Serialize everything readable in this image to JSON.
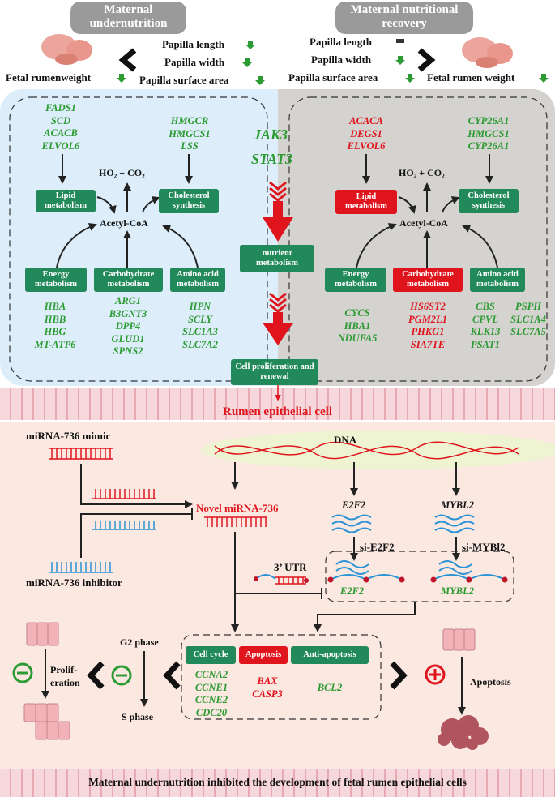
{
  "top_left": {
    "title": "Maternal undernutrition",
    "items": [
      "Papilla length",
      "Papilla width",
      "Papilla surface area"
    ],
    "fetal": "Fetal rumenweight"
  },
  "top_right": {
    "title": "Maternal nutritional recovery",
    "items": [
      "Papilla length",
      "Papilla width",
      "Papilla surface area"
    ],
    "fetal": "Fetal rumen weight"
  },
  "center": {
    "signaling": [
      "JAK3",
      "STAT3"
    ],
    "nutrient": "nutrient metabolism",
    "cell_prolif": "Cell proliferation and renewal"
  },
  "left_panel": {
    "lipid_genes": [
      "FADS1",
      "SCD",
      "ACACB",
      "ELVOL6"
    ],
    "chol_genes": [
      "HMGCR",
      "HMGCS1",
      "LSS"
    ],
    "products": "HO₂ + CO₂",
    "acetyl": "Acetyl-CoA",
    "lipid": "Lipid metabolism",
    "chol": "Cholesterol synthesis",
    "energy": "Energy metabolism",
    "carb": "Carbohydrate metabolism",
    "amino": "Amino acid metabolism",
    "energy_genes": [
      "HBA",
      "HBB",
      "HBG",
      "MT-ATP6"
    ],
    "carb_genes": [
      "ARG1",
      "B3GNT3",
      "DPP4",
      "GLUD1",
      "SPNS2"
    ],
    "amino_genes": [
      "HPN",
      "SCLY",
      "SLC1A3",
      "SLC7A2"
    ]
  },
  "right_panel": {
    "lipid_genes": [
      "ACACA",
      "DEGS1",
      "ELVOL6"
    ],
    "chol_genes": [
      "CYP26A1",
      "HMGCS1",
      "CYP26A1"
    ],
    "products": "HO₂ + CO₂",
    "acetyl": "Acetyl-CoA",
    "lipid": "Lipid metabolism",
    "chol": "Cholesterol synthesis",
    "energy": "Energy metabolism",
    "carb": "Carbohydrate metabolism",
    "amino": "Amino acid metabolism",
    "energy_genes": [
      "CYCS",
      "HBA1",
      "NDUFA5"
    ],
    "carb_genes": [
      "HS6ST2",
      "PGM2L1",
      "PHKG1",
      "SIA7TE"
    ],
    "amino_genes_a": [
      "CBS",
      "CPVL",
      "KLK13",
      "PSAT1"
    ],
    "amino_genes_b": [
      "PSPH",
      "SLC1A4",
      "SLC7A5"
    ]
  },
  "bottom": {
    "cell_title": "Rumen epithelial cell",
    "mimic": "miRNA-736 mimic",
    "inhibitor": "miRNA-736 inhibitor",
    "dna": "DNA",
    "novel": "Novel miRNA-736",
    "e2f2": "E2F2",
    "mybl2": "MYBL2",
    "si_e2f2": "si-E2F2",
    "si_mybl2": "si-MYBl2",
    "utr": "3’ UTR",
    "g2": "G2 phase",
    "s": "S phase",
    "prolif": "Prolif-eration",
    "apoptosis_label": "Apoptosis",
    "box_cc": "Cell cycle",
    "box_apop": "Apoptosis",
    "box_anti": "Anti-apoptosis",
    "cc_genes": [
      "CCNA2",
      "CCNE1",
      "CCNE2",
      "CDC20"
    ],
    "apop_genes": [
      "BAX",
      "CASP3"
    ],
    "anti_genes": [
      "BCL2"
    ],
    "footer": "Maternal undernutrition inhibited the development of fetal rumen epithelial cells"
  },
  "colors": {
    "green_text": "#2c9b33",
    "red_text": "#e0141d",
    "green_box": "#22895a",
    "left_bg": "#ddeefa",
    "right_bg": "#d5d3d0",
    "bottom_bg": "#fbe8e0"
  }
}
